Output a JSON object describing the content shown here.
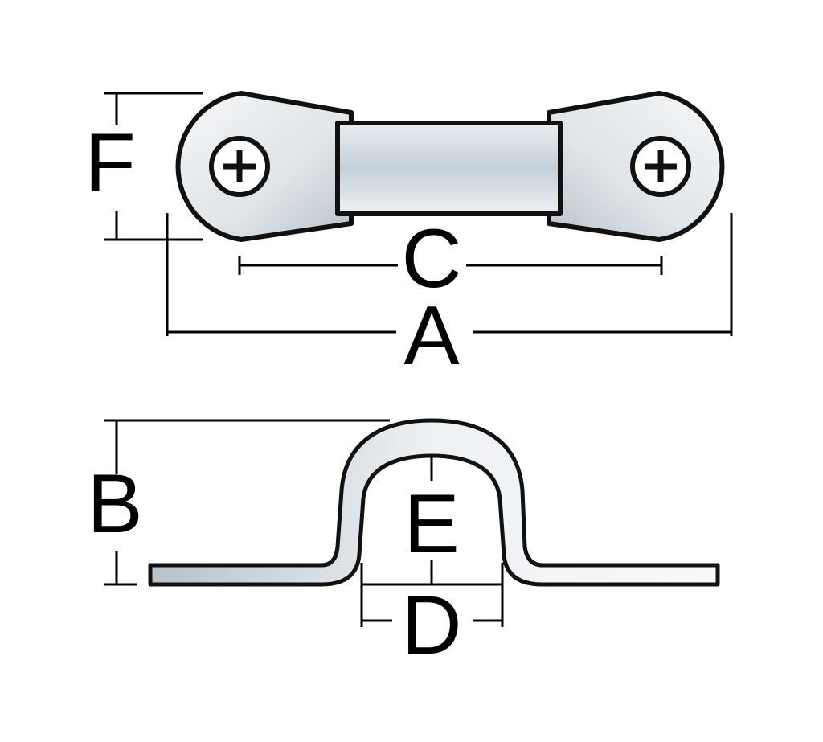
{
  "diagram": {
    "labels": {
      "a": "A",
      "b": "B",
      "c": "C",
      "d": "D",
      "e": "E",
      "f": "F"
    },
    "colors": {
      "metal_light": "#f4f6f8",
      "metal_mid": "#c9d3db",
      "outline": "#111111"
    }
  }
}
